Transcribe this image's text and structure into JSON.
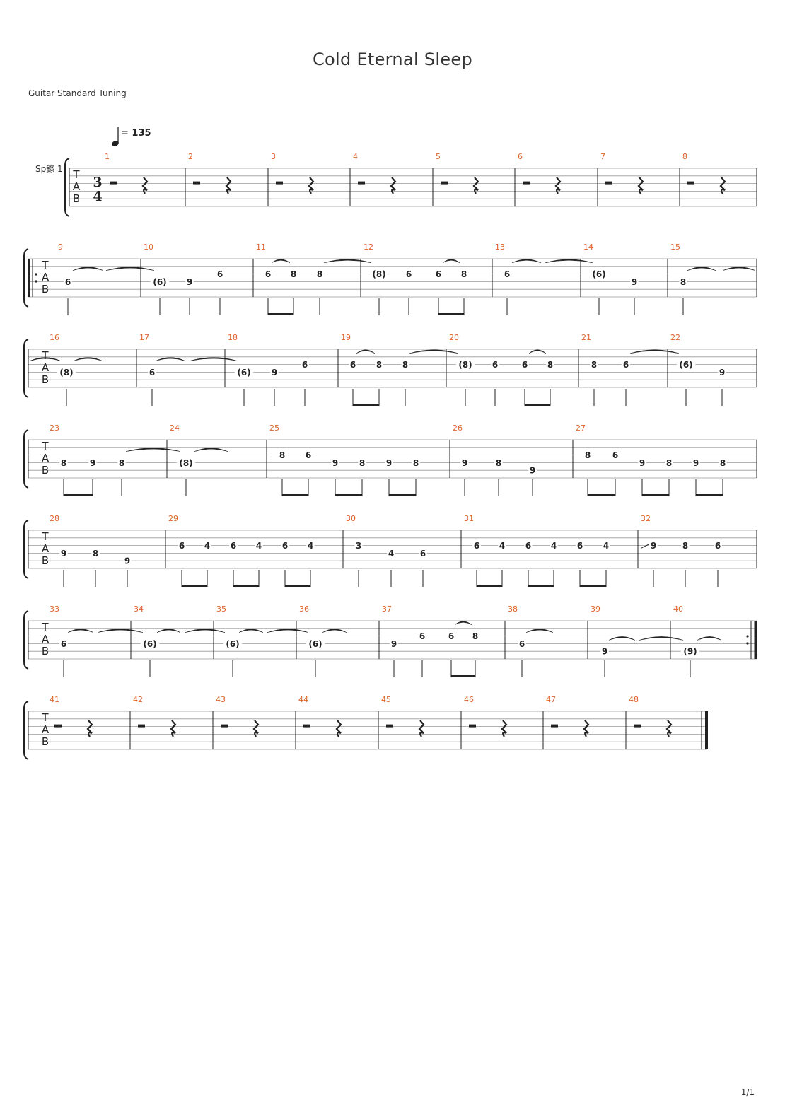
{
  "title": "Cold Eternal Sleep",
  "tuning": "Guitar Standard Tuning",
  "tempo": "= 135",
  "track_name": "Sp錄 1",
  "time_signature": {
    "top": "3",
    "bottom": "4"
  },
  "tab_clef": [
    "T",
    "A",
    "B"
  ],
  "page_number": "1/1",
  "systems": [
    {
      "measures": [
        {
          "n": "1",
          "rest": true
        },
        {
          "n": "2",
          "rest": true
        },
        {
          "n": "3",
          "rest": true
        },
        {
          "n": "4",
          "rest": true
        },
        {
          "n": "5",
          "rest": true
        },
        {
          "n": "6",
          "rest": true
        },
        {
          "n": "7",
          "rest": true
        },
        {
          "n": "8",
          "rest": true
        }
      ]
    },
    {
      "repeat_start": true,
      "measures": [
        {
          "n": "9",
          "notes": [
            {
              "f": "6",
              "s": 4
            }
          ]
        },
        {
          "n": "10",
          "notes": [
            {
              "f": "(6)",
              "s": 4
            },
            {
              "f": "9",
              "s": 4
            },
            {
              "f": "6",
              "s": 3
            }
          ]
        },
        {
          "n": "11",
          "notes": [
            {
              "f": "6",
              "s": 3
            },
            {
              "f": "8",
              "s": 3
            },
            {
              "f": "8",
              "s": 3
            }
          ]
        },
        {
          "n": "12",
          "notes": [
            {
              "f": "(8)",
              "s": 3
            },
            {
              "f": "6",
              "s": 3
            },
            {
              "f": "6",
              "s": 3
            },
            {
              "f": "8",
              "s": 3
            }
          ]
        },
        {
          "n": "13",
          "notes": [
            {
              "f": "6",
              "s": 3
            }
          ]
        },
        {
          "n": "14",
          "notes": [
            {
              "f": "(6)",
              "s": 3
            },
            {
              "f": "9",
              "s": 4
            }
          ]
        },
        {
          "n": "15",
          "notes": [
            {
              "f": "8",
              "s": 4
            }
          ]
        }
      ]
    },
    {
      "measures": [
        {
          "n": "16",
          "notes": [
            {
              "f": "(8)",
              "s": 4
            }
          ]
        },
        {
          "n": "17",
          "notes": [
            {
              "f": "6",
              "s": 4
            }
          ]
        },
        {
          "n": "18",
          "notes": [
            {
              "f": "(6)",
              "s": 4
            },
            {
              "f": "9",
              "s": 4
            },
            {
              "f": "6",
              "s": 3
            }
          ]
        },
        {
          "n": "19",
          "notes": [
            {
              "f": "6",
              "s": 3
            },
            {
              "f": "8",
              "s": 3
            },
            {
              "f": "8",
              "s": 3
            }
          ]
        },
        {
          "n": "20",
          "notes": [
            {
              "f": "(8)",
              "s": 3
            },
            {
              "f": "6",
              "s": 3
            },
            {
              "f": "6",
              "s": 3
            },
            {
              "f": "8",
              "s": 3
            }
          ]
        },
        {
          "n": "21",
          "notes": [
            {
              "f": "8",
              "s": 3
            },
            {
              "f": "6",
              "s": 3
            }
          ]
        },
        {
          "n": "22",
          "notes": [
            {
              "f": "(6)",
              "s": 3
            },
            {
              "f": "9",
              "s": 4
            }
          ]
        }
      ]
    },
    {
      "measures": [
        {
          "n": "23",
          "notes": [
            {
              "f": "8",
              "s": 4
            },
            {
              "f": "9",
              "s": 4
            },
            {
              "f": "8",
              "s": 4
            }
          ]
        },
        {
          "n": "24",
          "notes": [
            {
              "f": "(8)",
              "s": 4
            }
          ]
        },
        {
          "n": "25",
          "notes": [
            {
              "f": "8",
              "s": 3
            },
            {
              "f": "6",
              "s": 3
            },
            {
              "f": "9",
              "s": 4
            },
            {
              "f": "8",
              "s": 4
            },
            {
              "f": "9",
              "s": 4
            },
            {
              "f": "8",
              "s": 4
            }
          ]
        },
        {
          "n": "26",
          "notes": [
            {
              "f": "9",
              "s": 4
            },
            {
              "f": "8",
              "s": 4
            },
            {
              "f": "9",
              "s": 5
            }
          ]
        },
        {
          "n": "27",
          "notes": [
            {
              "f": "8",
              "s": 3
            },
            {
              "f": "6",
              "s": 3
            },
            {
              "f": "9",
              "s": 4
            },
            {
              "f": "8",
              "s": 4
            },
            {
              "f": "9",
              "s": 4
            },
            {
              "f": "8",
              "s": 4
            }
          ]
        }
      ]
    },
    {
      "measures": [
        {
          "n": "28",
          "notes": [
            {
              "f": "9",
              "s": 4
            },
            {
              "f": "8",
              "s": 4
            },
            {
              "f": "9",
              "s": 5
            }
          ]
        },
        {
          "n": "29",
          "notes": [
            {
              "f": "6",
              "s": 3
            },
            {
              "f": "4",
              "s": 3
            },
            {
              "f": "6",
              "s": 3
            },
            {
              "f": "4",
              "s": 3
            },
            {
              "f": "6",
              "s": 3
            },
            {
              "f": "4",
              "s": 3
            }
          ]
        },
        {
          "n": "30",
          "notes": [
            {
              "f": "3",
              "s": 3
            },
            {
              "f": "4",
              "s": 4
            },
            {
              "f": "6",
              "s": 4
            }
          ]
        },
        {
          "n": "31",
          "notes": [
            {
              "f": "6",
              "s": 3
            },
            {
              "f": "4",
              "s": 3
            },
            {
              "f": "6",
              "s": 3
            },
            {
              "f": "4",
              "s": 3
            },
            {
              "f": "6",
              "s": 3
            },
            {
              "f": "4",
              "s": 3
            }
          ]
        },
        {
          "n": "32",
          "notes": [
            {
              "f": "9",
              "s": 3
            },
            {
              "f": "8",
              "s": 3
            },
            {
              "f": "6",
              "s": 3
            }
          ]
        }
      ]
    },
    {
      "repeat_end": true,
      "measures": [
        {
          "n": "33",
          "notes": [
            {
              "f": "6",
              "s": 4
            }
          ]
        },
        {
          "n": "34",
          "notes": [
            {
              "f": "(6)",
              "s": 4
            }
          ]
        },
        {
          "n": "35",
          "notes": [
            {
              "f": "(6)",
              "s": 4
            }
          ]
        },
        {
          "n": "36",
          "notes": [
            {
              "f": "(6)",
              "s": 4
            }
          ]
        },
        {
          "n": "37",
          "notes": [
            {
              "f": "9",
              "s": 4
            },
            {
              "f": "6",
              "s": 3
            },
            {
              "f": "6",
              "s": 3
            },
            {
              "f": "8",
              "s": 3
            }
          ]
        },
        {
          "n": "38",
          "notes": [
            {
              "f": "6",
              "s": 4
            }
          ]
        },
        {
          "n": "39",
          "notes": [
            {
              "f": "9",
              "s": 5
            }
          ]
        },
        {
          "n": "40",
          "notes": [
            {
              "f": "(9)",
              "s": 5
            }
          ]
        }
      ]
    },
    {
      "final": true,
      "measures": [
        {
          "n": "41",
          "rest": true
        },
        {
          "n": "42",
          "rest": true
        },
        {
          "n": "43",
          "rest": true
        },
        {
          "n": "44",
          "rest": true
        },
        {
          "n": "45",
          "rest": true
        },
        {
          "n": "46",
          "rest": true
        },
        {
          "n": "47",
          "rest": true
        },
        {
          "n": "48",
          "rest": true
        }
      ]
    }
  ]
}
